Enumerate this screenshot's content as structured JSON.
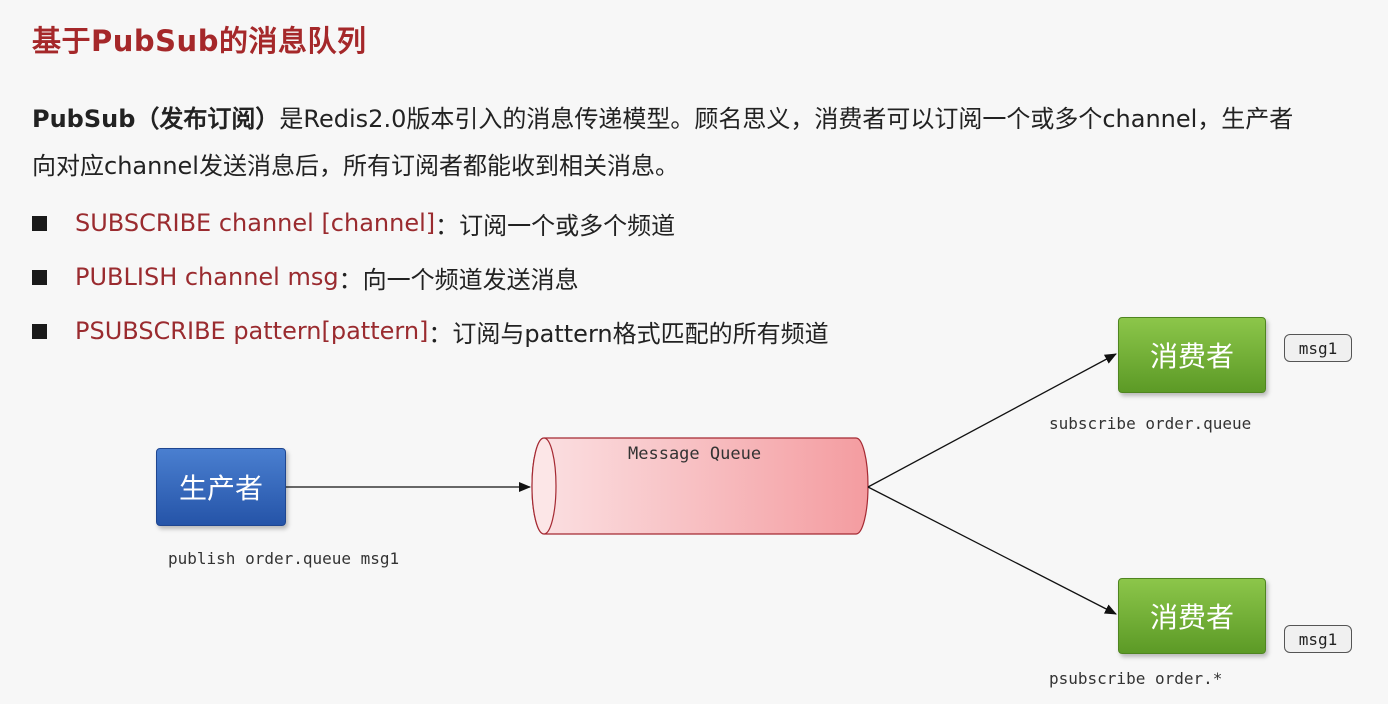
{
  "title": "基于PubSub的消息队列",
  "intro": {
    "strong": "PubSub（发布订阅）",
    "line1_rest": "是Redis2.0版本引入的消息传递模型。顾名思义，消费者可以订阅一个或多个channel，生产者",
    "line2": "向对应channel发送消息后，所有订阅者都能收到相关消息。"
  },
  "commands": [
    {
      "cmd": "SUBSCRIBE channel [channel]",
      "desc": "：订阅一个或多个频道"
    },
    {
      "cmd": "PUBLISH channel msg",
      "desc": "：向一个频道发送消息"
    },
    {
      "cmd": "PSUBSCRIBE pattern[pattern]",
      "desc": "：订阅与pattern格式匹配的所有频道"
    }
  ],
  "diagram": {
    "producer_label": "生产者",
    "producer_caption": "publish order.queue msg1",
    "queue_label": "Message Queue",
    "consumers": [
      {
        "label": "消费者",
        "caption": "subscribe order.queue",
        "badge": "msg1"
      },
      {
        "label": "消费者",
        "caption": "psubscribe order.*",
        "badge": "msg1"
      }
    ]
  },
  "colors": {
    "title": "#a5282a",
    "command": "#9a2b2f",
    "producer": "#2f62b8",
    "consumer": "#72ad34",
    "queue": "#f4a5a8"
  }
}
